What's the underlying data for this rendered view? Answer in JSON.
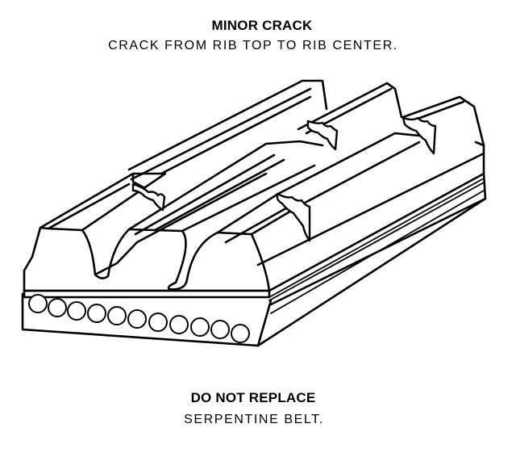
{
  "top_caption": {
    "title": "MINOR CRACK",
    "description": "CRACK FROM RIB TOP TO RIB CENTER."
  },
  "bottom_caption": {
    "title": "DO NOT REPLACE",
    "description": "SERPENTINE BELT."
  },
  "illustration": {
    "subject": "serpentine-belt-cross-section",
    "rib_count": 3,
    "cord_count": 11,
    "colors": {
      "ink": "#000000",
      "paper": "#ffffff"
    }
  }
}
